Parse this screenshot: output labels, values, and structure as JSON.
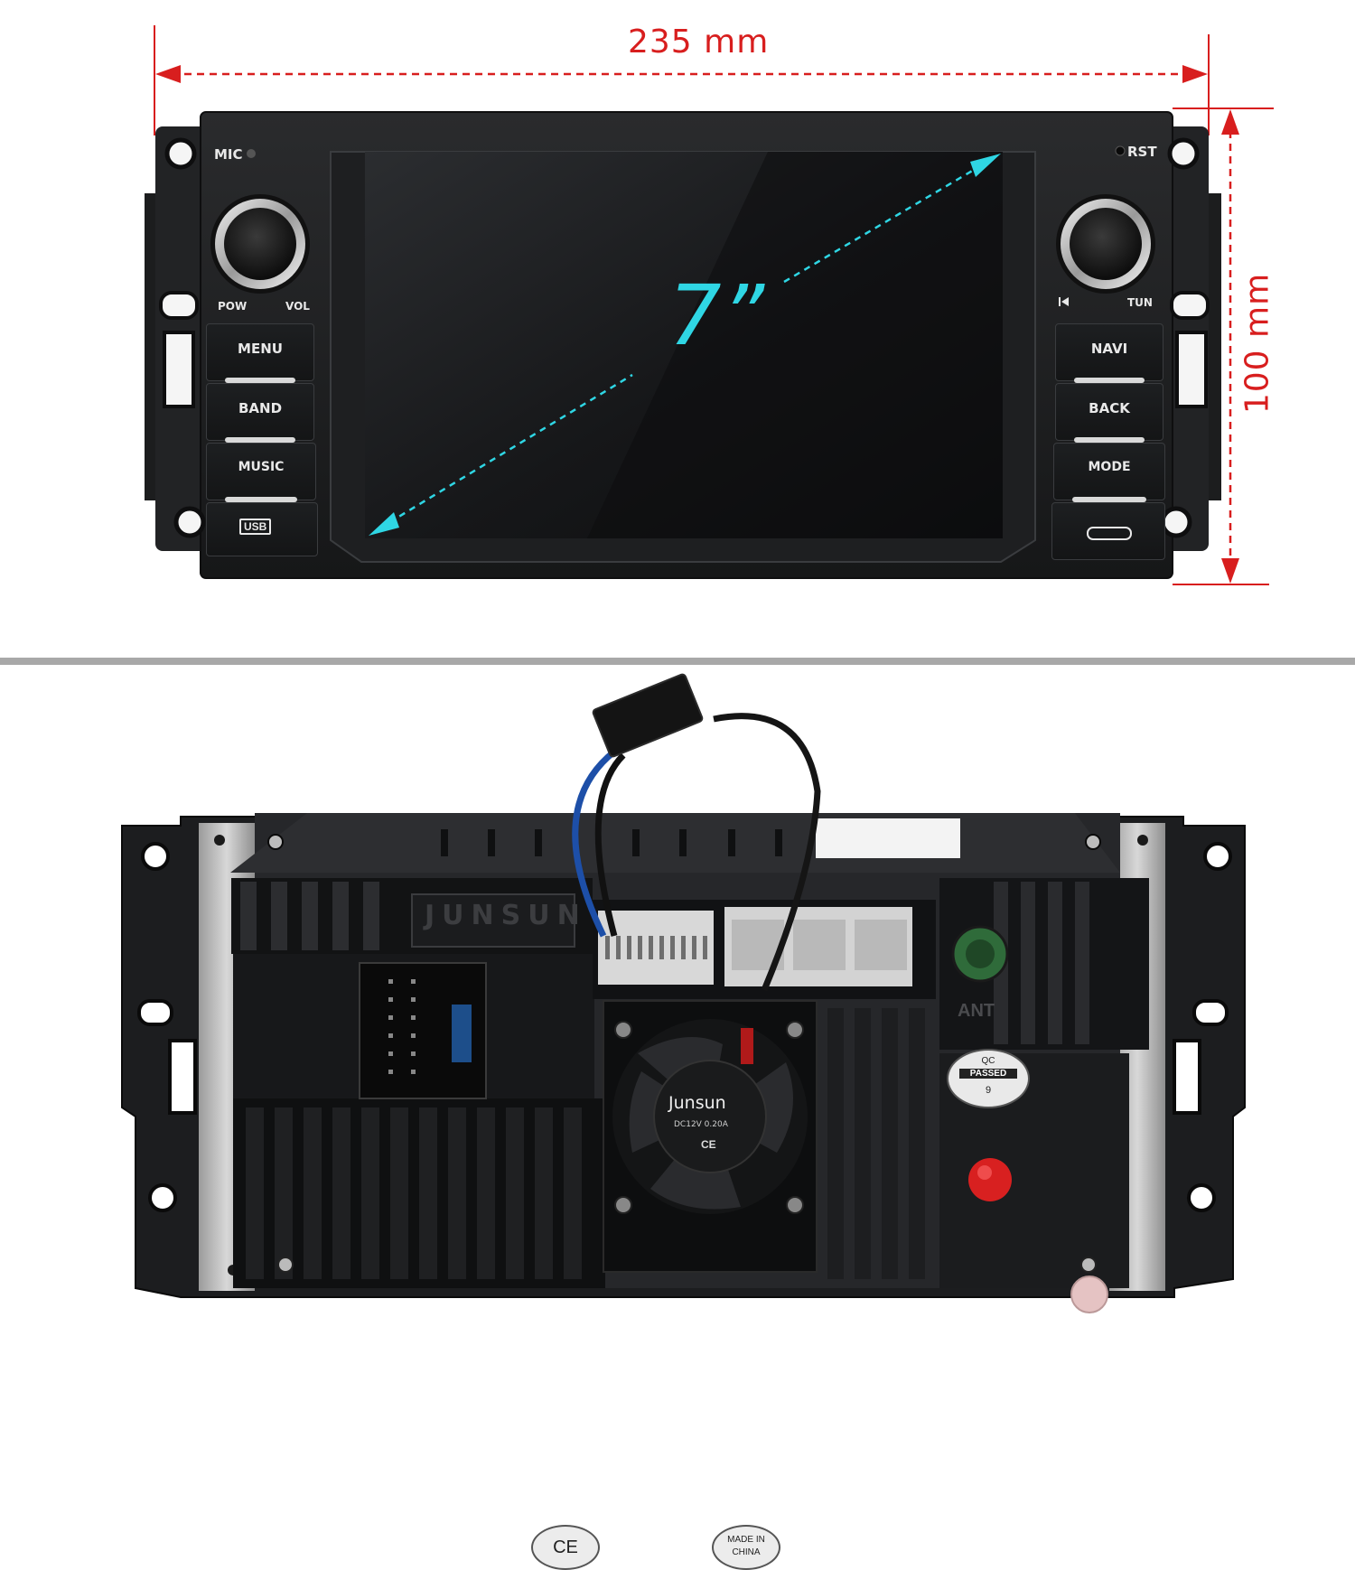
{
  "dimensions": {
    "width_label": "235 mm",
    "height_label": "100 mm",
    "screen_label": "7”",
    "dim_color": "#d81e1e",
    "screen_arrow_color": "#2fd6e4"
  },
  "front_panel": {
    "mic_label": "MIC",
    "rst_label": "RST",
    "left_knob_labels": [
      "POW",
      "VOL"
    ],
    "right_knob_label": "TUN",
    "left_buttons": [
      "MENU",
      "BAND",
      "MUSIC"
    ],
    "right_buttons": [
      "NAVI",
      "BACK",
      "MODE"
    ],
    "usb_label": "USB",
    "skip_icon": "skip-back-icon",
    "type_c_icon": "usb-c-port-icon"
  },
  "rear_panel": {
    "brand_embossed": "JUNSUN",
    "fan_brand": "Junsun",
    "fan_spec": "DC12V  0.20A",
    "fan_ce": "CE",
    "qc_sticker": [
      "QC",
      "PASSED",
      "9"
    ],
    "ce_badge": "CE",
    "made_badge": [
      "MADE IN",
      "CHINA"
    ],
    "ant_label": "ANT"
  }
}
